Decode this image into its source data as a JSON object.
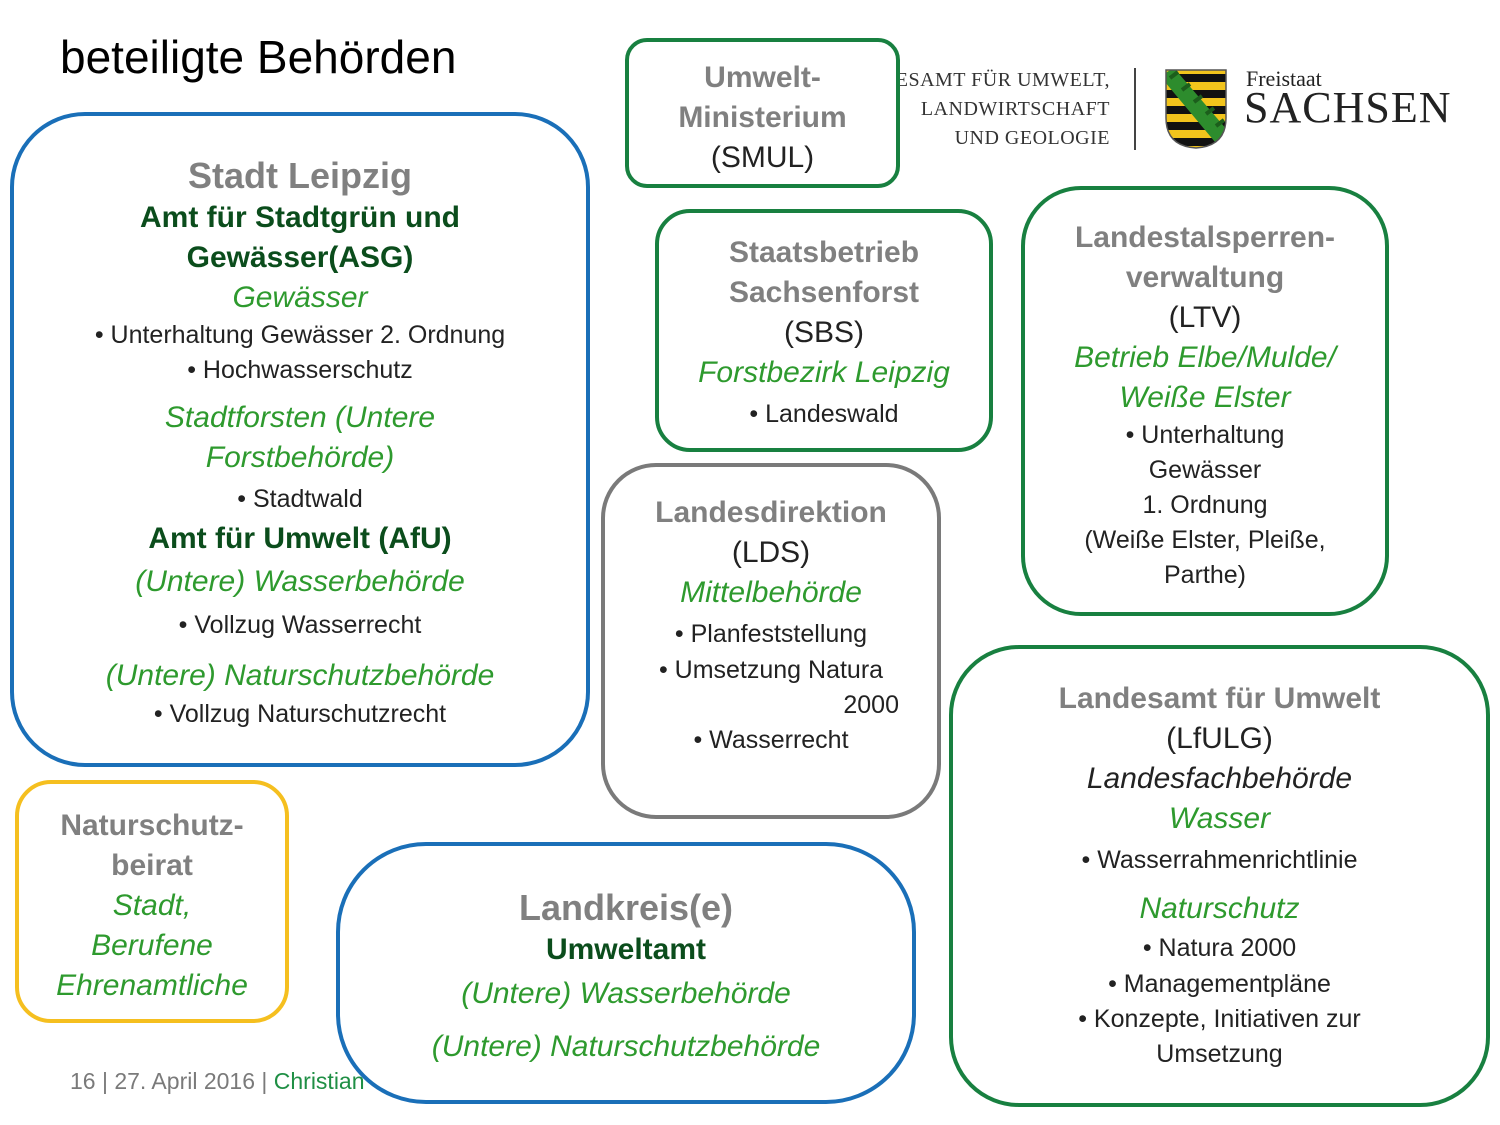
{
  "page": {
    "title": "beteiligte Behörden"
  },
  "logo": {
    "agency_lines": [
      "ESAMT FÜR UMWELT,",
      "LANDWIRTSCHAFT",
      "UND GEOLOGIE"
    ],
    "freistaat": "Freistaat",
    "sachsen": "SACHSEN"
  },
  "boxes": {
    "stadt_leipzig": {
      "title": "Stadt Leipzig",
      "asg": "Amt für Stadtgrün und Gewässer(ASG)",
      "gewaesser": "Gewässer",
      "bullet1": "• Unterhaltung Gewässer 2. Ordnung",
      "bullet2": "• Hochwasserschutz",
      "stadtforsten_1": "Stadtforsten (Untere",
      "stadtforsten_2": "Forstbehörde)",
      "bullet3": "• Stadtwald",
      "afu": "Amt für Umwelt (AfU)",
      "wasserbehoerde": "(Untere) Wasserbehörde",
      "bullet4": "• Vollzug Wasserrecht",
      "naturschutzbehoerde": "(Untere) Naturschutzbehörde",
      "bullet5": "• Vollzug Naturschutzrecht"
    },
    "smul": {
      "title_1": "Umwelt-",
      "title_2": "Ministerium",
      "abbr": "(SMUL)"
    },
    "sbs": {
      "title_1": "Staatsbetrieb",
      "title_2": "Sachsenforst",
      "abbr": "(SBS)",
      "sub": "Forstbezirk Leipzig",
      "bullet1": "• Landeswald"
    },
    "ltv": {
      "title_1": "Landestalsperren-",
      "title_2": "verwaltung",
      "abbr": "(LTV)",
      "sub_1": "Betrieb Elbe/Mulde/",
      "sub_2": "Weiße Elster",
      "bullet1_1": "• Unterhaltung",
      "bullet1_2": "Gewässer",
      "bullet1_3": "1. Ordnung",
      "bullet1_4": "(Weiße Elster, Pleiße,",
      "bullet1_5": "Parthe)"
    },
    "lds": {
      "title": "Landesdirektion",
      "abbr": "(LDS)",
      "sub": "Mittelbehörde",
      "bullet1": "• Planfeststellung",
      "bullet2_1": "• Umsetzung Natura",
      "bullet2_2": "2000",
      "bullet3": "•  Wasserrecht"
    },
    "lfulg": {
      "title": "Landesamt für Umwelt",
      "abbr": "(LfULG)",
      "sub_dark": "Landesfachbehörde",
      "sub_wasser": "Wasser",
      "bullet1": "• Wasserrahmenrichtlinie",
      "naturschutz": "Naturschutz",
      "bullet2": "• Natura 2000",
      "bullet3": "• Managementpläne",
      "bullet4_1": "• Konzepte, Initiativen zur",
      "bullet4_2": "Umsetzung"
    },
    "beirat": {
      "title_1": "Naturschutz-",
      "title_2": "beirat",
      "sub_1": "Stadt,",
      "sub_2": "Berufene",
      "sub_3": "Ehrenamtliche"
    },
    "landkreis": {
      "title": "Landkreis(e)",
      "dept": "Umweltamt",
      "sub1": "(Untere) Wasserbehörde",
      "sub2": "(Untere) Naturschutzbehörde"
    }
  },
  "footer": {
    "meta": "16 | 27. April 2016 | ",
    "author": "Christian"
  },
  "colors": {
    "blue_border": "#1a6fb8",
    "green_border": "#188040",
    "grey_border": "#7a7a7a",
    "yellow_border": "#f5bf1f",
    "green_text": "#2e9a2e",
    "dark_green_text": "#0b4d1c"
  }
}
